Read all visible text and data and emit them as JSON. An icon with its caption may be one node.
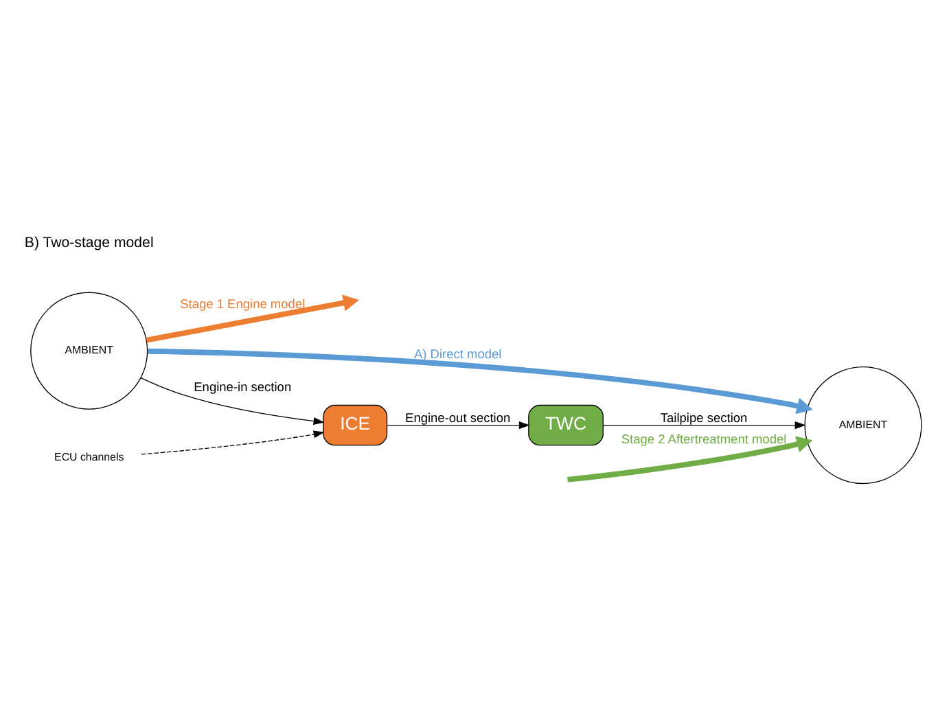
{
  "diagram": {
    "nodes": [
      {
        "text": [
          "AMBIENT"
        ]
      },
      {
        "text": [
          "ECU channels"
        ]
      },
      {
        "text": [
          "ICE"
        ]
      },
      {
        "text": [
          "TWC"
        ]
      },
      {
        "text": [
          "AMBIENT"
        ]
      }
    ],
    "edges": [
      {
        "from": 0,
        "to": 2,
        "arrow": "to",
        "label": "Engine-in section"
      },
      {
        "from": 1,
        "to": 2,
        "arrow": "to",
        "style": "dashed"
      },
      {
        "from": 2,
        "to": 3,
        "arrow": "to",
        "label": "Engine-out section"
      },
      {
        "from": 3,
        "to": 4,
        "arrow": "to",
        "label": "Tailpipe section"
      },
      {
        "from": 0,
        "to": 4,
        "arrow": "to",
        "label": "A) Direct model",
        "style": "thick",
        "color": "#5b9bd5"
      },
      {
        "from": 0,
        "to": null,
        "arrow": "to",
        "label": "Stage 1 Engine model",
        "style": "thick",
        "color": "#ed7d31"
      },
      {
        "from": null,
        "to": 4,
        "arrow": "to",
        "label": "Stage 2 Aftertreatment model",
        "style": "thick",
        "color": "#70ad47"
      }
    ],
    "labels": [
      "B) Two-stage model"
    ]
  }
}
